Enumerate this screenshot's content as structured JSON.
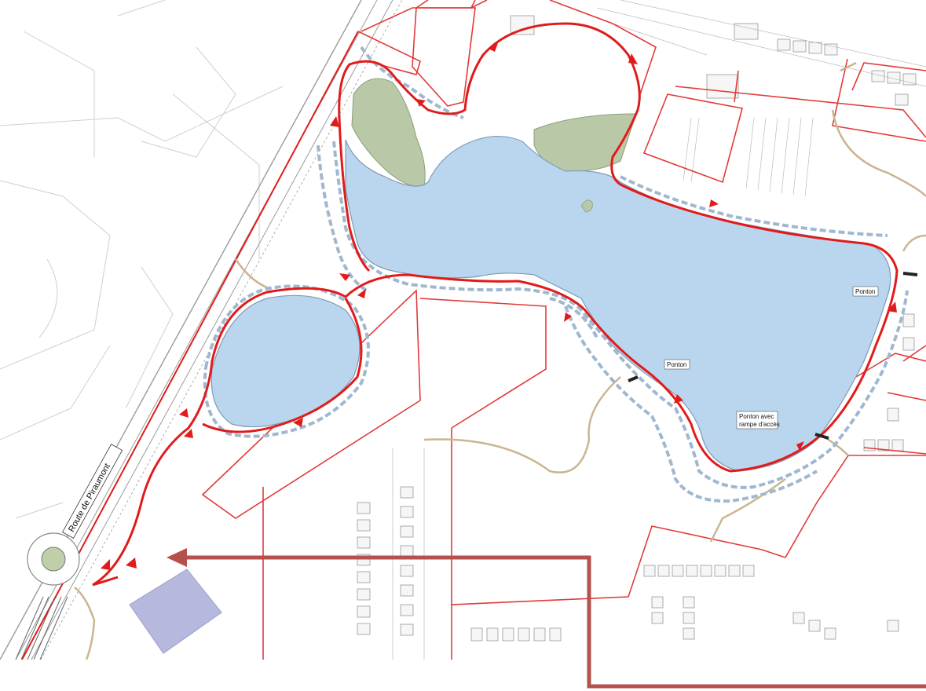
{
  "map": {
    "road_label": "Route de Piraumont",
    "labels": {
      "ponton_1": "Ponton",
      "ponton_2": "Ponton",
      "ponton_3_line1": "Ponton avec",
      "ponton_3_line2": "rampe d'accès"
    },
    "colors": {
      "water": "#b9d6ee",
      "vegetation": "#b9c9a8",
      "route_red": "#e11b1b",
      "parcel_outline": "#e33a3a",
      "path_tan": "#cbb58f",
      "callout_arrow": "#b5504c",
      "parking_rect": "#b6b9dd",
      "grey_lines": "#bdbdbd"
    },
    "icons": {
      "direction_arrow": "red-chevron-arrow",
      "callout": "pointer-arrow"
    }
  }
}
